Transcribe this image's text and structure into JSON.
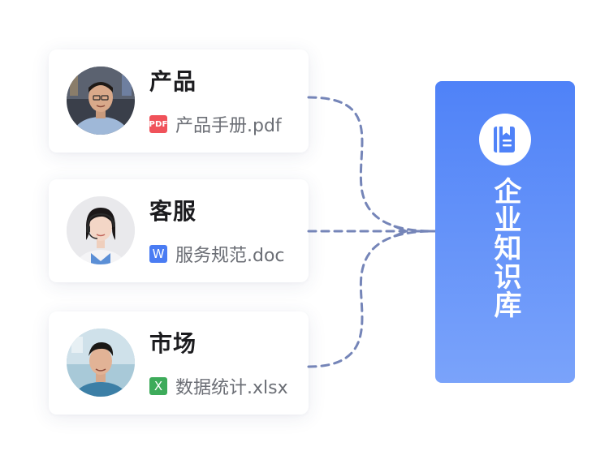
{
  "cards": [
    {
      "role": "产品",
      "file_type": "pdf",
      "file_icon_label": "PDF",
      "file_name": "产品手册.pdf",
      "avatar_icon": "man-avatar-icon"
    },
    {
      "role": "客服",
      "file_type": "word",
      "file_icon_label": "W",
      "file_name": "服务规范.doc",
      "avatar_icon": "woman-headset-avatar-icon"
    },
    {
      "role": "市场",
      "file_type": "excel",
      "file_icon_label": "X",
      "file_name": "数据统计.xlsx",
      "avatar_icon": "man-avatar-icon"
    }
  ],
  "knowledge_base": {
    "title": "企业知识库",
    "icon": "notebook-icon"
  },
  "colors": {
    "panel_top": "#4f82f8",
    "panel_bottom": "#7aa3fa",
    "connector": "#7585b8",
    "pdf": "#f0525a",
    "word": "#4a7cf3",
    "excel": "#3dab5a"
  }
}
